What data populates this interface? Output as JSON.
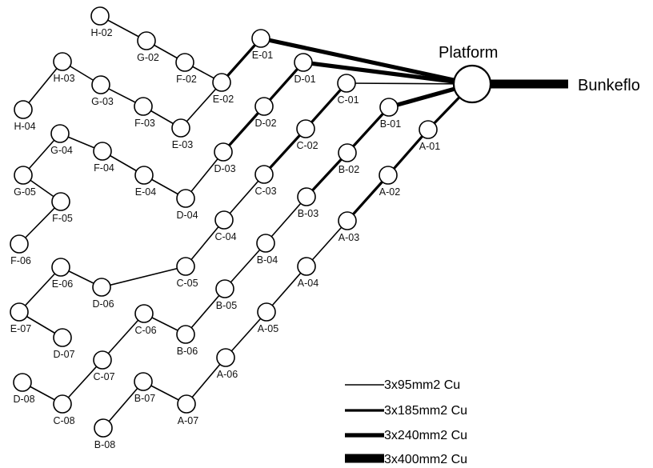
{
  "hub_label": "Platform",
  "export_label": "Bunkeflo",
  "nodes": [
    {
      "id": "H-02",
      "label": "H-02"
    },
    {
      "id": "G-02",
      "label": "G-02"
    },
    {
      "id": "F-02",
      "label": "F-02"
    },
    {
      "id": "E-02",
      "label": "E-02"
    },
    {
      "id": "E-01",
      "label": "E-01"
    },
    {
      "id": "H-03",
      "label": "H-03"
    },
    {
      "id": "G-03",
      "label": "G-03"
    },
    {
      "id": "F-03",
      "label": "F-03"
    },
    {
      "id": "E-03",
      "label": "E-03"
    },
    {
      "id": "H-04",
      "label": "H-04"
    },
    {
      "id": "D-01",
      "label": "D-01"
    },
    {
      "id": "D-02",
      "label": "D-02"
    },
    {
      "id": "D-03",
      "label": "D-03"
    },
    {
      "id": "D-04",
      "label": "D-04"
    },
    {
      "id": "E-04",
      "label": "E-04"
    },
    {
      "id": "F-04",
      "label": "F-04"
    },
    {
      "id": "G-04",
      "label": "G-04"
    },
    {
      "id": "G-05",
      "label": "G-05"
    },
    {
      "id": "F-05",
      "label": "F-05"
    },
    {
      "id": "F-06",
      "label": "F-06"
    },
    {
      "id": "C-01",
      "label": "C-01"
    },
    {
      "id": "C-02",
      "label": "C-02"
    },
    {
      "id": "C-03",
      "label": "C-03"
    },
    {
      "id": "C-04",
      "label": "C-04"
    },
    {
      "id": "C-05",
      "label": "C-05"
    },
    {
      "id": "D-06",
      "label": "D-06"
    },
    {
      "id": "E-06",
      "label": "E-06"
    },
    {
      "id": "E-07",
      "label": "E-07"
    },
    {
      "id": "D-07",
      "label": "D-07"
    },
    {
      "id": "B-01",
      "label": "B-01"
    },
    {
      "id": "B-02",
      "label": "B-02"
    },
    {
      "id": "B-03",
      "label": "B-03"
    },
    {
      "id": "B-04",
      "label": "B-04"
    },
    {
      "id": "B-05",
      "label": "B-05"
    },
    {
      "id": "B-06",
      "label": "B-06"
    },
    {
      "id": "C-06",
      "label": "C-06"
    },
    {
      "id": "C-07",
      "label": "C-07"
    },
    {
      "id": "C-08",
      "label": "C-08"
    },
    {
      "id": "D-08",
      "label": "D-08"
    },
    {
      "id": "A-01",
      "label": "A-01"
    },
    {
      "id": "A-02",
      "label": "A-02"
    },
    {
      "id": "A-03",
      "label": "A-03"
    },
    {
      "id": "A-04",
      "label": "A-04"
    },
    {
      "id": "A-05",
      "label": "A-05"
    },
    {
      "id": "A-06",
      "label": "A-06"
    },
    {
      "id": "A-07",
      "label": "A-07"
    },
    {
      "id": "B-07",
      "label": "B-07"
    },
    {
      "id": "B-08",
      "label": "B-08"
    }
  ],
  "cable_types": [
    {
      "id": "c95",
      "label": "3x95mm2 Cu"
    },
    {
      "id": "c185",
      "label": "3x185mm2 Cu"
    },
    {
      "id": "c240",
      "label": "3x240mm2 Cu"
    },
    {
      "id": "c400",
      "label": "3x400mm2 Cu"
    }
  ],
  "links": [
    {
      "from": "H-02",
      "to": "G-02",
      "cable": "c95"
    },
    {
      "from": "G-02",
      "to": "F-02",
      "cable": "c95"
    },
    {
      "from": "F-02",
      "to": "E-02",
      "cable": "c95"
    },
    {
      "from": "E-02",
      "to": "E-01",
      "cable": "c185"
    },
    {
      "from": "E-01",
      "to": "Platform",
      "cable": "c240"
    },
    {
      "from": "H-04",
      "to": "H-03",
      "cable": "c95"
    },
    {
      "from": "H-03",
      "to": "G-03",
      "cable": "c95"
    },
    {
      "from": "G-03",
      "to": "F-03",
      "cable": "c95"
    },
    {
      "from": "F-03",
      "to": "E-03",
      "cable": "c95"
    },
    {
      "from": "E-03",
      "to": "E-02",
      "cable": "c95"
    },
    {
      "from": "F-06",
      "to": "F-05",
      "cable": "c95"
    },
    {
      "from": "F-05",
      "to": "G-05",
      "cable": "c95"
    },
    {
      "from": "G-05",
      "to": "G-04",
      "cable": "c95"
    },
    {
      "from": "G-04",
      "to": "F-04",
      "cable": "c95"
    },
    {
      "from": "F-04",
      "to": "E-04",
      "cable": "c95"
    },
    {
      "from": "E-04",
      "to": "D-04",
      "cable": "c95"
    },
    {
      "from": "D-04",
      "to": "D-03",
      "cable": "c95"
    },
    {
      "from": "D-03",
      "to": "D-02",
      "cable": "c185"
    },
    {
      "from": "D-02",
      "to": "D-01",
      "cable": "c185"
    },
    {
      "from": "D-01",
      "to": "Platform",
      "cable": "c240"
    },
    {
      "from": "D-07",
      "to": "E-07",
      "cable": "c95"
    },
    {
      "from": "E-07",
      "to": "E-06",
      "cable": "c95"
    },
    {
      "from": "E-06",
      "to": "D-06",
      "cable": "c95"
    },
    {
      "from": "D-06",
      "to": "C-05",
      "cable": "c95"
    },
    {
      "from": "C-05",
      "to": "C-04",
      "cable": "c95"
    },
    {
      "from": "C-04",
      "to": "C-03",
      "cable": "c95"
    },
    {
      "from": "C-03",
      "to": "C-02",
      "cable": "c185"
    },
    {
      "from": "C-02",
      "to": "C-01",
      "cable": "c185"
    },
    {
      "from": "C-01",
      "to": "Platform",
      "cable": "c95"
    },
    {
      "from": "D-08",
      "to": "C-08",
      "cable": "c95"
    },
    {
      "from": "C-08",
      "to": "C-07",
      "cable": "c95"
    },
    {
      "from": "C-07",
      "to": "C-06",
      "cable": "c95"
    },
    {
      "from": "C-06",
      "to": "B-06",
      "cable": "c95"
    },
    {
      "from": "B-06",
      "to": "B-05",
      "cable": "c95"
    },
    {
      "from": "B-05",
      "to": "B-04",
      "cable": "c95"
    },
    {
      "from": "B-04",
      "to": "B-03",
      "cable": "c95"
    },
    {
      "from": "B-03",
      "to": "B-02",
      "cable": "c185"
    },
    {
      "from": "B-02",
      "to": "B-01",
      "cable": "c185"
    },
    {
      "from": "B-01",
      "to": "Platform",
      "cable": "c240"
    },
    {
      "from": "B-08",
      "to": "B-07",
      "cable": "c95"
    },
    {
      "from": "B-07",
      "to": "A-07",
      "cable": "c95"
    },
    {
      "from": "A-07",
      "to": "A-06",
      "cable": "c95"
    },
    {
      "from": "A-06",
      "to": "A-05",
      "cable": "c95"
    },
    {
      "from": "A-05",
      "to": "A-04",
      "cable": "c95"
    },
    {
      "from": "A-04",
      "to": "A-03",
      "cable": "c95"
    },
    {
      "from": "A-03",
      "to": "A-02",
      "cable": "c185"
    },
    {
      "from": "A-02",
      "to": "A-01",
      "cable": "c185"
    },
    {
      "from": "A-01",
      "to": "Platform",
      "cable": "c185"
    },
    {
      "from": "Platform",
      "to": "Bunkeflo",
      "cable": "c400"
    }
  ]
}
